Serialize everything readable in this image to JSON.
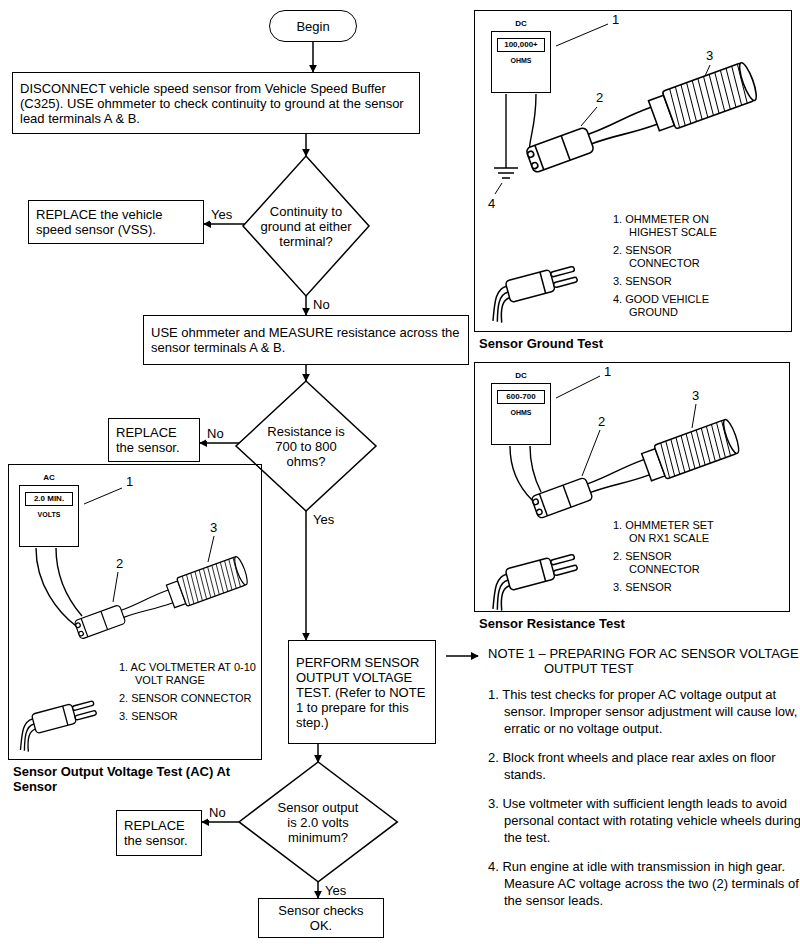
{
  "diagram": {
    "nodes": [
      {
        "text": [
          "Begin"
        ]
      },
      {
        "text": [
          "DISCONNECT vehicle speed sensor from Vehicle Speed Buffer (C325). USE ohmmeter to check continuity to ground at the sensor lead terminals A & B."
        ]
      },
      {
        "text": [
          "Continuity to ground at either terminal?"
        ]
      },
      {
        "text": [
          "REPLACE the vehicle speed sensor (VSS)."
        ]
      },
      {
        "text": [
          "USE ohmmeter and MEASURE resistance across the sensor terminals A & B."
        ]
      },
      {
        "text": [
          "Resistance is 700 to 800 ohms?"
        ]
      },
      {
        "text": [
          "REPLACE the sensor."
        ]
      },
      {
        "text": [
          "PERFORM SENSOR OUTPUT VOLTAGE TEST. (Refer to NOTE 1 to prepare for this step.)"
        ]
      },
      {
        "text": [
          "Sensor output is 2.0 volts minimum?"
        ]
      },
      {
        "text": [
          "REPLACE the sensor."
        ]
      },
      {
        "text": [
          "Sensor checks OK."
        ]
      },
      {
        "text": [
          "Sensor Ground Test",
          "1. OHMMETER ON HIGHEST SCALE",
          "2. SENSOR CONNECTOR",
          "3. SENSOR",
          "4. GOOD VEHICLE GROUND"
        ]
      },
      {
        "text": [
          "DC",
          "100,000+",
          "OHMS"
        ],
        "in": 11
      },
      {
        "text": [
          "Sensor Resistance Test",
          "1. OHMMETER SET ON RX1 SCALE",
          "2. SENSOR CONNECTOR",
          "3. SENSOR"
        ]
      },
      {
        "text": [
          "DC",
          "600-700",
          "OHMS"
        ],
        "in": 13
      },
      {
        "text": [
          "Sensor Output Voltage Test (AC) At Sensor",
          "1. AC VOLTMETER AT 0-10 VOLT RANGE",
          "2. SENSOR CONNECTOR",
          "3. SENSOR"
        ]
      },
      {
        "text": [
          "AC",
          "2.0 MIN.",
          "VOLTS"
        ],
        "in": 15
      }
    ],
    "edges": [
      {
        "from": 0,
        "to": 1,
        "arrow": "to"
      },
      {
        "from": 1,
        "to": 2,
        "arrow": "to"
      },
      {
        "from": 2,
        "to": 3,
        "label": "Yes",
        "arrow": "to"
      },
      {
        "from": 2,
        "to": 4,
        "label": "No",
        "arrow": "to"
      },
      {
        "from": 4,
        "to": 5,
        "arrow": "to"
      },
      {
        "from": 5,
        "to": 6,
        "label": "No",
        "arrow": "to"
      },
      {
        "from": 5,
        "to": 7,
        "label": "Yes",
        "arrow": "to"
      },
      {
        "from": 7,
        "to": 8,
        "arrow": "to"
      },
      {
        "from": 8,
        "to": 9,
        "label": "No",
        "arrow": "to"
      },
      {
        "from": 8,
        "to": 10,
        "label": "Yes",
        "arrow": "to"
      }
    ],
    "labels": [
      "1",
      "2",
      "3",
      "4",
      "1",
      "2",
      "3",
      "1",
      "2",
      "3",
      "NOTE 1 – PREPARING FOR AC SENSOR VOLTAGE OUTPUT TEST",
      "1. This test checks for proper AC voltage output at sensor. Improper sensor adjustment will cause low, erratic or no voltage output.",
      "2. Block front wheels and place rear axles on floor stands.",
      "3. Use voltmeter with sufficient length leads to avoid personal contact with rotating vehicle wheels during the test.",
      "4. Run engine at idle with transmission in high gear. Measure AC voltage across the two (2) terminals of the sensor leads."
    ]
  }
}
